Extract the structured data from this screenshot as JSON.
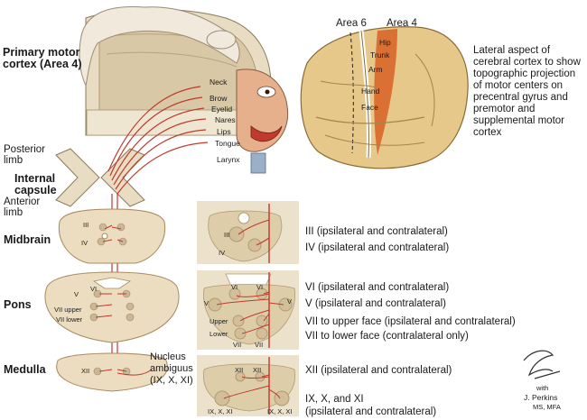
{
  "labels": {
    "primary_motor_cortex": "Primary motor cortex (Area 4)",
    "area_6": "Area 6",
    "area_4": "Area 4",
    "lateral_caption": "Lateral aspect of cerebral cortex to show topographic projection of motor centers on precentral gyrus and premotor and supplemental motor cortex",
    "posterior_limb_1": "Posterior",
    "posterior_limb_2": "limb",
    "internal_1": "Internal",
    "internal_2": "capsule",
    "anterior_limb_1": "Anterior",
    "anterior_limb_2": "limb",
    "midbrain": "Midbrain",
    "pons": "Pons",
    "medulla": "Medulla",
    "nucleus_ambiguus": "Nucleus ambiguus (IX, X, XI)"
  },
  "homunculus_parts": [
    "Neck",
    "Brow",
    "Eyelid",
    "Nares",
    "Lips",
    "Tongue",
    "Larynx"
  ],
  "brain_parts": [
    "Hip",
    "Trunk",
    "Arm",
    "Hand",
    "Face"
  ],
  "left_nuclei": [
    "III",
    "IV",
    "V",
    "VI",
    "VII upper",
    "VII lower",
    "XII"
  ],
  "box_nuclei": {
    "iii": "III",
    "iv": "IV",
    "vi": "VI",
    "v": "V",
    "upper": "Upper",
    "lower": "Lower",
    "vii": "VII",
    "xii": "XII",
    "ix_x_xi": "IX, X, XI"
  },
  "descriptions": [
    "III (ipsilateral and contralateral)",
    "IV (ipsilateral and contralateral)",
    "VI (ipsilateral and contralateral)",
    "V (ipsilateral and contralateral)",
    "VII to upper face (ipsilateral and contralateral)",
    "VII to lower face (contralateral only)",
    "XII (ipsilateral and contralateral)",
    "IX, X, and XI",
    "(ipsilateral and contralateral)"
  ],
  "credit": {
    "with": "with",
    "name": "J. Perkins",
    "degree": "MS, MFA"
  },
  "colors": {
    "fiber_tract": "#c0392b",
    "motor_area": "#d9662a",
    "tissue": "#ecdcc0",
    "panel": "#ece2cc"
  }
}
